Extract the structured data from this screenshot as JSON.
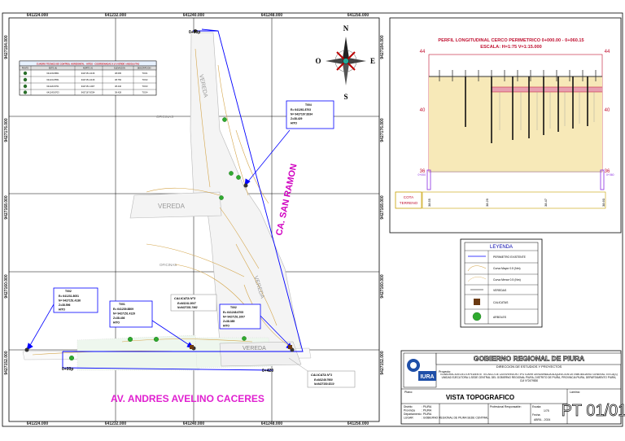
{
  "grid": {
    "x_labels": [
      "641224.000",
      "641232.000",
      "641240.000",
      "641248.000",
      "641256.000"
    ],
    "y_labels": [
      "9427184.000",
      "9427176.000",
      "9427168.000",
      "9427160.000",
      "9427152.000"
    ]
  },
  "compass": {
    "n": "N",
    "s": "S",
    "e": "E",
    "o": "O"
  },
  "streets": {
    "av_name": "AV. ANDRES AVELINO CACERES",
    "ca_name": "CA. SAN RAMON",
    "vereda": "VEREDA",
    "oficinas": "OFICINAS",
    "vereda_2": "VEREDA",
    "vereda_3": "VEREDA",
    "vereda_4": "VEREDA",
    "oficinas_2": "OFICINAS"
  },
  "stations": {
    "start": "0+00p",
    "start_top": "0+00p",
    "end": "0+420"
  },
  "control_table": {
    "title": "CUADRO TECNICO DE CONTROL HORIZONTAL - HITOS - COORDENADAS X (Y) VERDE / ABSOLUTAS",
    "headers": [
      "PUNTO",
      "ESTE (X)",
      "NORTE (Y)",
      "ELEVACION",
      "DESCRIPCION"
    ],
    "rows": [
      [
        "641233.8801",
        "9427151.4136",
        "38.695",
        "TOO1"
      ],
      [
        "641231.8551",
        "9427151.4136",
        "38.756",
        "TOO2"
      ],
      [
        "641220.8701",
        "9427151.1007",
        "38.440",
        "TOO3"
      ],
      [
        "641243.8703",
        "9427167.8334",
        "38.428",
        "TOO4"
      ]
    ]
  },
  "callouts": [
    {
      "id": "T002",
      "e": "E= 641231.8051",
      "n": "N= 9427151.4136",
      "z": "Z=38.596",
      "h": "HITO"
    },
    {
      "id": "T001",
      "e": "E= 641239.8809",
      "n": "N= 9427151.4129",
      "z": "Z=38.436",
      "h": "HITO"
    },
    {
      "id": "T002",
      "e": "E= 641248.6705",
      "n": "N= 9427151.1007",
      "z": "Z=38.385",
      "h": "HITO"
    },
    {
      "id": "T004",
      "e": "E= 641261.8703",
      "n": "N= 9427167.8334",
      "z": "Z=38.429",
      "h": "HITO"
    }
  ],
  "calicatas": [
    {
      "name": "CALICATA N°3",
      "e": "E=641241.3007",
      "n": "N=9427151.7462"
    },
    {
      "name": "CALICATA N°1",
      "e": "E=641249.7980",
      "n": "N=9427150.5210"
    }
  ],
  "profile": {
    "title_1": "PERFIL LONGITUDINAL CERCO PERIMETRICO 0+000.00 - 0+060.15",
    "title_2": "ESCALA: H=1:75 V=1:15.000",
    "y_top": "44",
    "y_mid": "40",
    "y_bot": "36",
    "y_top_r": "44",
    "y_mid_r": "40",
    "y_bot_r": "36",
    "cota_1": "COTA",
    "cota_2": "TERRENO",
    "elev": [
      "38.55",
      "38.29",
      "38.47",
      "38.60"
    ],
    "station_left": "0+000",
    "station_right": "0+060"
  },
  "legend": {
    "title": "LEYENDA",
    "items": [
      {
        "label": "PERIMETRO EXISTENTE"
      },
      {
        "label": "Curva Mayor 0.5 (Nm)"
      },
      {
        "label": "Curva Menor 0.5 (Nm)"
      },
      {
        "label": "VEREDAS"
      },
      {
        "label": "CALICATAS"
      },
      {
        "label": "ARBOLES"
      }
    ]
  },
  "title_block": {
    "gov": "GOBIERNO REGIONAL DE PIURA",
    "dept": "DIRECCION DE ESTUDIOS Y PROYECTOS",
    "logo_text": "IURA",
    "project_label": "Proyecto:",
    "project": "ELABORACION DEL EXPEDIENTE TECNICO DE LA INVERSION TIPO IOARR DENOMINADA ADQUISICION DE INMOBILIARIO GENERAL: EN LA(S) UNIDAD EJECUTORA 1-SEDE CENTRAL DEL GOBIERNO REGIONAL PIURA, DISTRITO DE PIURA, PROVINCIA PIURA, DEPARTAMENTO PIURA, CUI N°2479830",
    "plano_label": "Plano:",
    "plano": "VISTA TOPOGRAFICO",
    "lamina_label": "Lamina:",
    "lamina": "PT 01/01",
    "dist_label": "Distrito",
    "dist": ": PIURA",
    "prov_label": "Provincia",
    "prov": ": PIURA",
    "dep_label": "Departamento",
    "dep": ": PIURA",
    "lugar_label": "LUGAR",
    "lugar": ": GOBIERNO REGIONAL DE PIURA SEDE CENTRAL",
    "prof_label": "Profesional Responsable:",
    "escala_label": "Escala:",
    "escala": "1/75",
    "fecha_label": "Fecha:",
    "fecha": "ABRIL - 2024"
  },
  "colors": {
    "grid": "#000000",
    "perimeter": "#0000ff",
    "ca": "#d000c0",
    "av": "#e020d0",
    "contour": "#d4a54a",
    "trees": "#2faa2f",
    "profile_fill": "#f7e9b8",
    "profile_title": "#c01030"
  }
}
